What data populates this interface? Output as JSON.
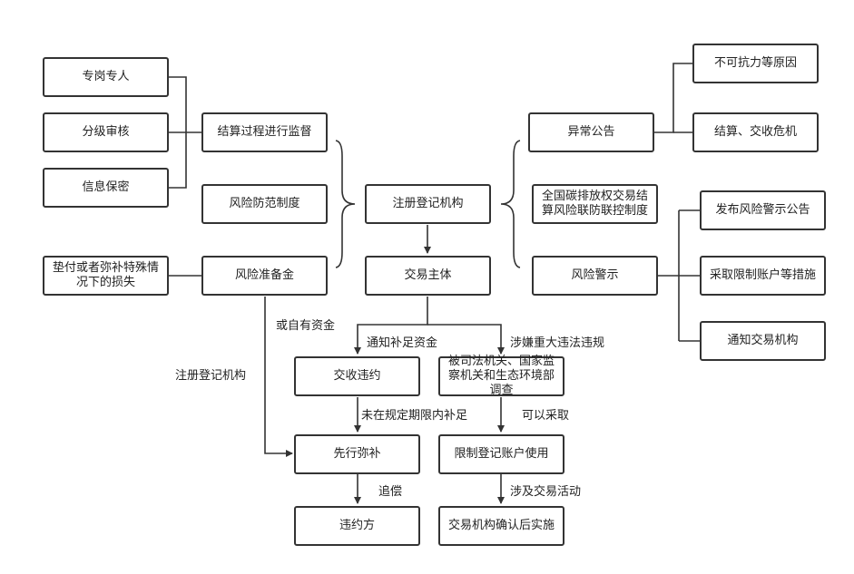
{
  "boxes": {
    "zhuangang": "专岗专人",
    "fenji": "分级审核",
    "xinxi": "信息保密",
    "jiesuan_jiandu": "结算过程进行监督",
    "fengxian_fangfan": "风险防范制度",
    "dianfu": "垫付或者弥补特殊情况下的损失",
    "zhunbeijin": "风险准备金",
    "zhuce": "注册登记机构",
    "jiaoyi_zhuti": "交易主体",
    "yichang": "异常公告",
    "buke": "不可抗力等原因",
    "jiesuan_weiji": "结算、交收危机",
    "quanguo": "全国碳排放权交易结算风险联防联控制度",
    "jingshi": "风险警示",
    "fabu": "发布风险警示公告",
    "caiqu": "采取限制账户等措施",
    "tongzhi": "通知交易机构",
    "jiaoshou": "交收违约",
    "sifa": "被司法机关、国家监察机关和生态环境部调查",
    "xianxing": "先行弥补",
    "xianzhi": "限制登记账户使用",
    "weiyue": "违约方",
    "queren": "交易机构确认后实施"
  },
  "labels": {
    "huo_ziyou": "或自有资金",
    "zhuce_side": "注册登记机构",
    "tongzhi_buzu": "通知补足资金",
    "shexian": "涉嫌重大违法违规",
    "weizai": "未在规定期限内补足",
    "keyi": "可以采取",
    "zhuichang": "追偿",
    "sheji": "涉及交易活动"
  },
  "colors": {
    "line": "#333333",
    "border": "#333333"
  }
}
